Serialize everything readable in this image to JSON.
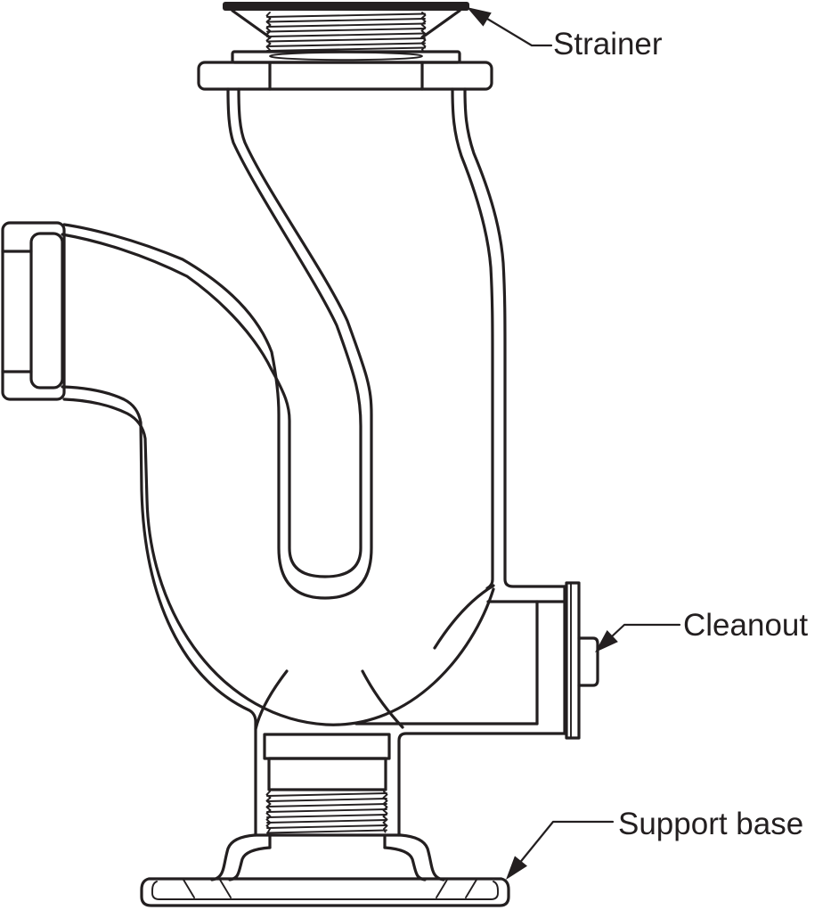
{
  "diagram": {
    "type": "technical-line-drawing",
    "subject": "drum trap plumbing fitting cross-section",
    "labels": {
      "strainer": "Strainer",
      "cleanout": "Cleanout",
      "support_base": "Support base"
    },
    "colors": {
      "ink": "#231f20",
      "paper": "#ffffff"
    }
  }
}
